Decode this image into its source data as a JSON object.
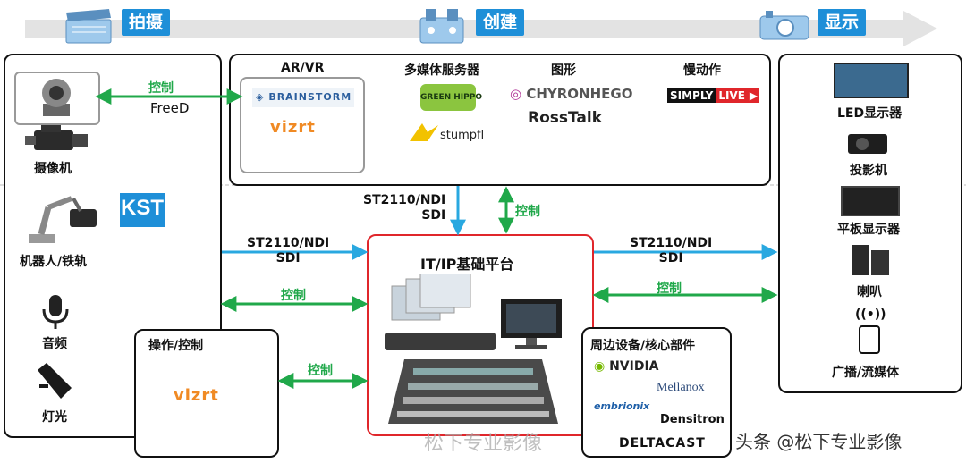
{
  "stages": [
    {
      "label": "拍摄",
      "icon": "clapperboard-icon"
    },
    {
      "label": "创建",
      "icon": "control-panel-icon"
    },
    {
      "label": "显示",
      "icon": "projector-icon"
    }
  ],
  "capture": {
    "camera_label": "摄像机",
    "robot_label": "机器人/铁轨",
    "kst_logo": "KST",
    "audio_label": "音频",
    "light_label": "灯光"
  },
  "creation": {
    "arvr_title": "AR/VR",
    "arvr_vendors": [
      "BRAINSTORM",
      "vizrt"
    ],
    "media_title": "多媒体服务器",
    "media_vendors": [
      "GREEN HIPPO",
      "stumpfl"
    ],
    "graphics_title": "图形",
    "graphics_vendors": [
      "CHYRONHEGO",
      "RossTalk"
    ],
    "slowmo_title": "慢动作",
    "slowmo_vendors": [
      "SIMPLY",
      "LIVE"
    ]
  },
  "links": {
    "camera_control": "控制",
    "freed": "FreeD",
    "top_signal": [
      "ST2110/NDI",
      "SDI"
    ],
    "top_control": "控制",
    "left_signal": [
      "ST2110/NDI",
      "SDI"
    ],
    "left_control": "控制",
    "ops_control": "控制",
    "right_signal": [
      "ST2110/NDI",
      "SDI"
    ],
    "right_control": "控制"
  },
  "platform": {
    "title": "IT/IP基础平台"
  },
  "operation": {
    "title": "操作/控制",
    "vendor": "vizrt"
  },
  "peripherals": {
    "title": "周边设备/核心部件",
    "vendors": [
      "NVIDIA",
      "Mellanox",
      "embrionix",
      "Densitron",
      "DELTACAST"
    ]
  },
  "display": {
    "led_label": "LED显示器",
    "projector_label": "投影机",
    "flat_label": "平板显示器",
    "speaker_label": "喇叭",
    "broadcast_label": "广播/流媒体"
  },
  "watermark": [
    "松下专业影像",
    "头条 @松下专业影像"
  ],
  "colors": {
    "accent": "#1e8fd8",
    "control_green": "#20a84a",
    "platform_red": "#e0262b",
    "signal_blue": "#29a8e0"
  }
}
